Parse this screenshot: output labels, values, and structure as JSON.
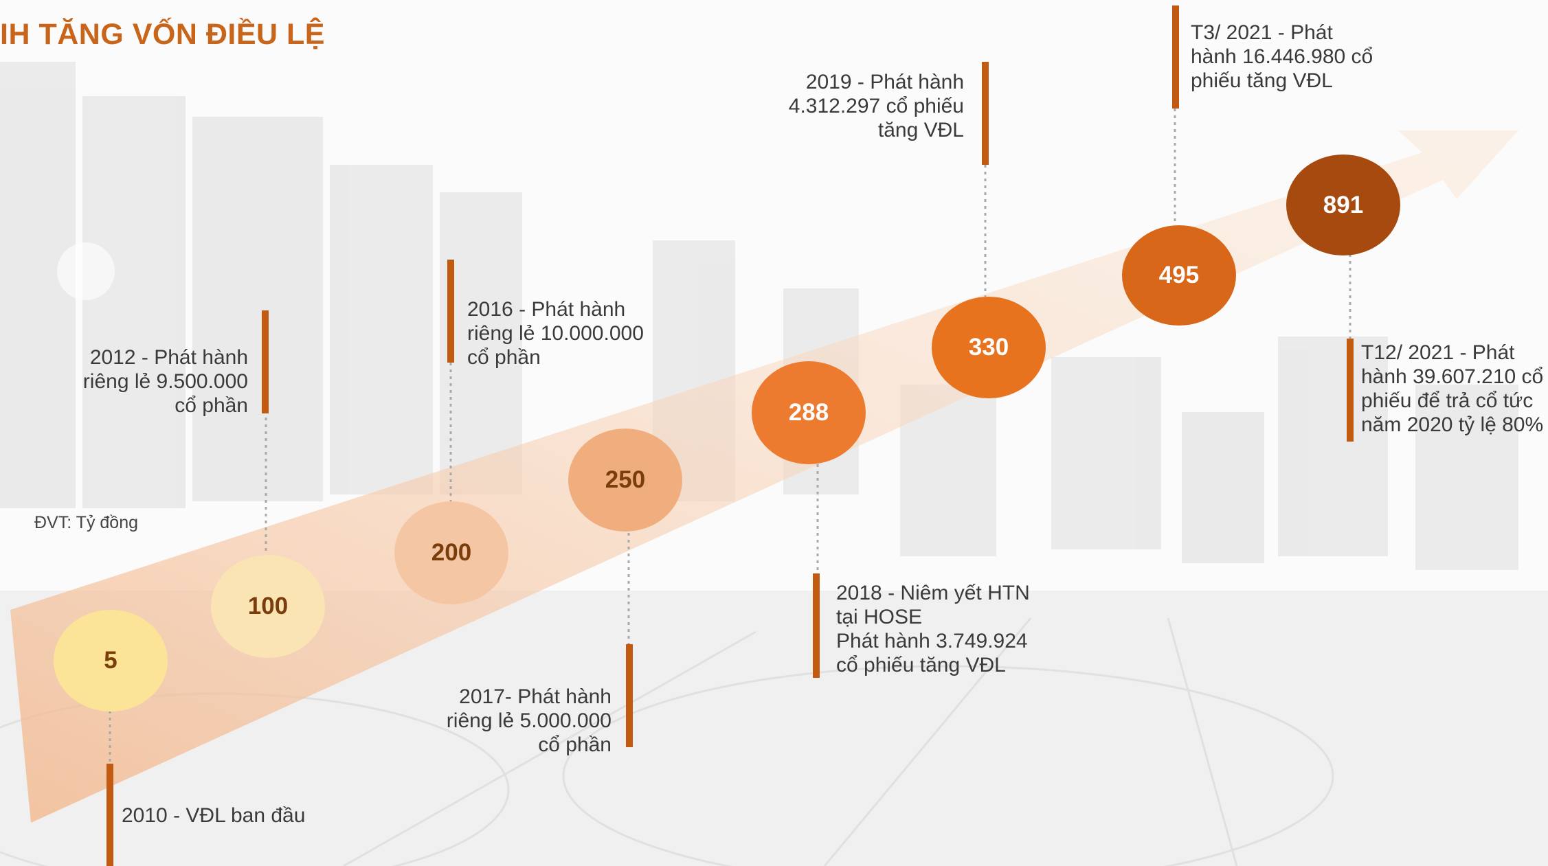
{
  "title": "IH TĂNG VỐN ĐIỀU LỆ",
  "unit_note": "ĐVT: Tỷ đồng",
  "chart_data": {
    "type": "timeline",
    "categories": [
      "2010",
      "2012",
      "2016",
      "2017",
      "2018",
      "2019",
      "T3/ 2021",
      "T12/ 2021"
    ],
    "values": [
      5,
      100,
      200,
      250,
      288,
      330,
      495,
      891
    ],
    "unit": "Tỷ đồng"
  },
  "nodes": [
    {
      "value": "5",
      "fill": "#FBE497",
      "text_color": "#7a3d0c"
    },
    {
      "value": "100",
      "fill": "#FAE4B4",
      "text_color": "#7a3d0c"
    },
    {
      "value": "200",
      "fill": "#F5C6A3",
      "text_color": "#7a3d0c"
    },
    {
      "value": "250",
      "fill": "#F0AE7F",
      "text_color": "#7a3d0c"
    },
    {
      "value": "288",
      "fill": "#EC7A2F",
      "text_color": "#ffffff"
    },
    {
      "value": "330",
      "fill": "#E8731F",
      "text_color": "#ffffff"
    },
    {
      "value": "495",
      "fill": "#D86719",
      "text_color": "#ffffff"
    },
    {
      "value": "891",
      "fill": "#A64A10",
      "text_color": "#ffffff"
    }
  ],
  "events": [
    {
      "lines": [
        "2010 - VĐL ban đầu"
      ]
    },
    {
      "lines": [
        "2012 - Phát hành",
        "riêng lẻ 9.500.000",
        "cổ phần"
      ]
    },
    {
      "lines": [
        "2016 - Phát hành",
        "riêng lẻ 10.000.000",
        "cổ phần"
      ]
    },
    {
      "lines": [
        "2017- Phát hành",
        "riêng lẻ 5.000.000",
        "cổ phần"
      ]
    },
    {
      "lines": [
        "2018 - Niêm yết HTN",
        "tại HOSE",
        "Phát hành 3.749.924",
        "cổ phiếu tăng VĐL"
      ]
    },
    {
      "lines": [
        "2019 - Phát hành",
        "4.312.297 cổ phiếu",
        "tăng VĐL"
      ]
    },
    {
      "lines": [
        "T3/ 2021 - Phát",
        "hành 16.446.980 cổ",
        "phiếu tăng VĐL"
      ]
    },
    {
      "lines": [
        "T12/ 2021 - Phát",
        "hành 39.607.210 cổ",
        "phiếu để trả cổ tức",
        "năm 2020 tỷ lệ 80%"
      ]
    }
  ],
  "colors": {
    "accent": "#C8651B",
    "bar": "#C25A12",
    "arrow": "#F6C9A4"
  }
}
